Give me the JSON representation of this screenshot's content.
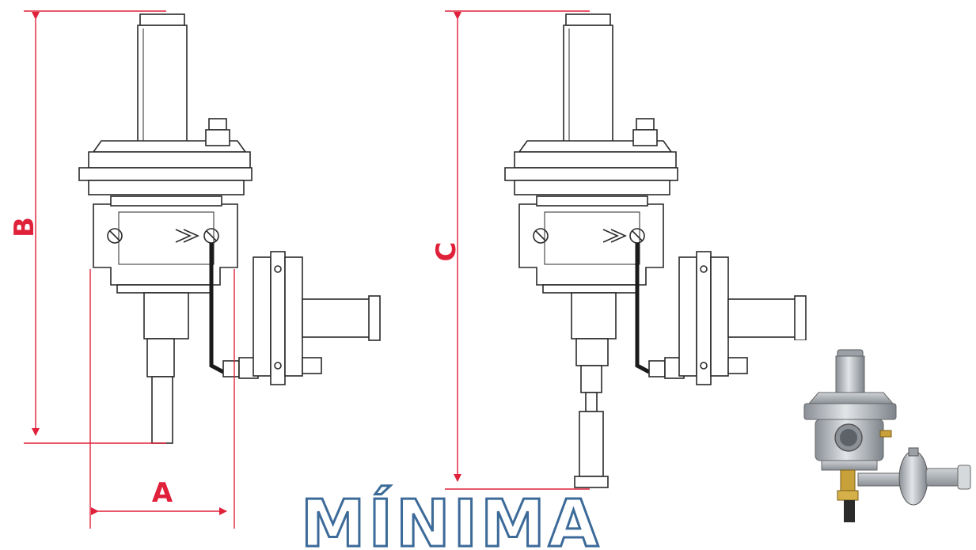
{
  "dimensions": {
    "a_label": "A",
    "b_label": "B",
    "c_label": "C"
  },
  "title": "MÍNIMA",
  "colors": {
    "dimension_line": "#e0213a",
    "title_outline": "#3c6a99"
  }
}
